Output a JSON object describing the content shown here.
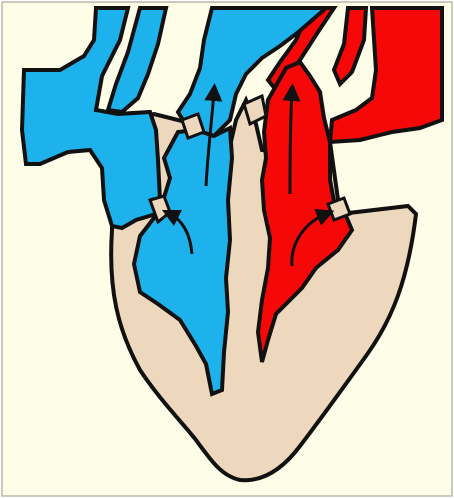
{
  "diagram": {
    "subject": "heart-cross-section",
    "labels": [],
    "colors": {
      "background": "#FDFDE8",
      "heart_tissue": "#EED8BD",
      "deoxygenated_blood": "#1EB2EC",
      "oxygenated_blood": "#F60808",
      "outline": "#111111",
      "arrow": "#111111"
    },
    "chambers": [
      {
        "key": "right-atrium",
        "blood": "deoxygenated"
      },
      {
        "key": "right-ventricle",
        "blood": "deoxygenated"
      },
      {
        "key": "left-atrium",
        "blood": "oxygenated"
      },
      {
        "key": "left-ventricle",
        "blood": "oxygenated"
      }
    ],
    "flow_arrows": [
      {
        "key": "right-atrium-to-right-ventricle"
      },
      {
        "key": "right-ventricle-to-pulmonary-artery"
      },
      {
        "key": "left-atrium-to-left-ventricle"
      },
      {
        "key": "left-ventricle-to-aorta"
      }
    ]
  }
}
